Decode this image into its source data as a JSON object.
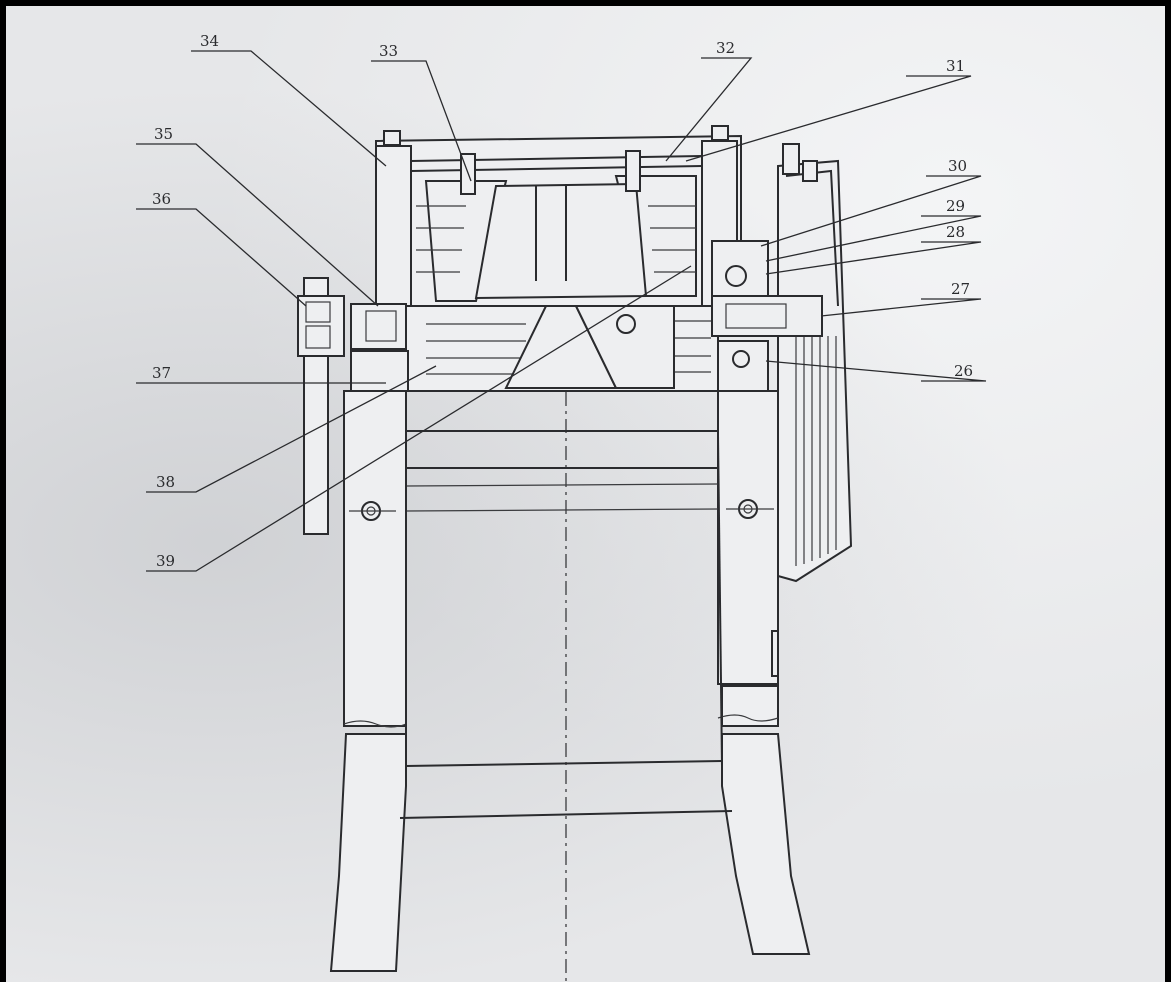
{
  "callouts": [
    "34",
    "33",
    "32",
    "31",
    "35",
    "30",
    "36",
    "29",
    "28",
    "27",
    "26",
    "37",
    "38",
    "39"
  ],
  "colors": {
    "paper": "#e6e7e9",
    "ink": "#2a2b2e",
    "frame": "#000000"
  }
}
